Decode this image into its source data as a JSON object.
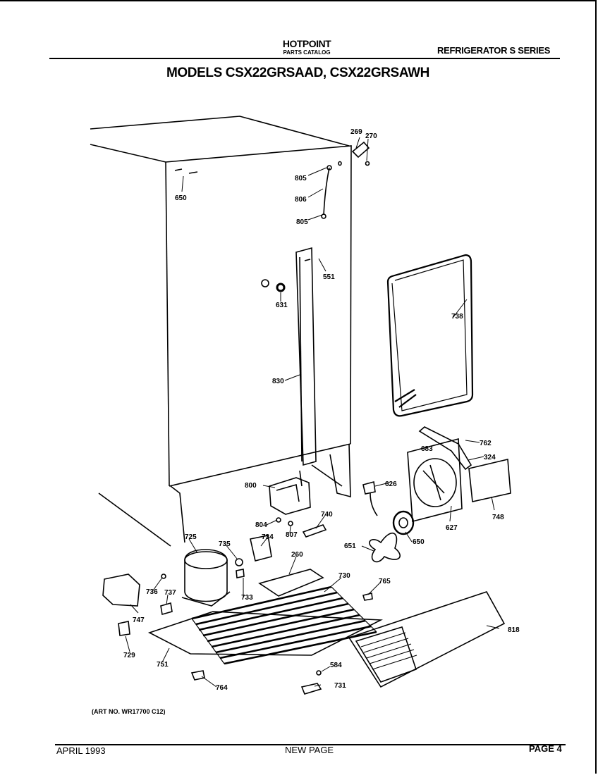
{
  "header": {
    "brand": "HOTPOINT",
    "catalog": "PARTS CATALOG",
    "series": "REFRIGERATOR S SERIES",
    "models": "MODELS CSX22GRSAAD, CSX22GRSAWH"
  },
  "parts": {
    "p269": "269",
    "p270": "270",
    "p805a": "805",
    "p806": "806",
    "p805b": "805",
    "p650": "650",
    "p551": "551",
    "p631": "631",
    "p738": "738",
    "p830": "830",
    "p762": "762",
    "p683": "683",
    "p324": "324",
    "p626": "626",
    "p800": "800",
    "p740": "740",
    "p627": "627",
    "p748": "748",
    "p804": "804",
    "p807": "807",
    "p725": "725",
    "p735": "735",
    "p734": "734",
    "p650b": "650",
    "p651": "651",
    "p260": "260",
    "p736": "736",
    "p737": "737",
    "p730": "730",
    "p765": "765",
    "p733": "733",
    "p747": "747",
    "p818": "818",
    "p729": "729",
    "p751": "751",
    "p584": "584",
    "p731": "731",
    "p764": "764"
  },
  "art_number": "(ART NO. WR17700 C12)",
  "footer": {
    "date": "APRIL 1993",
    "note": "NEW PAGE",
    "page": "PAGE 4"
  }
}
